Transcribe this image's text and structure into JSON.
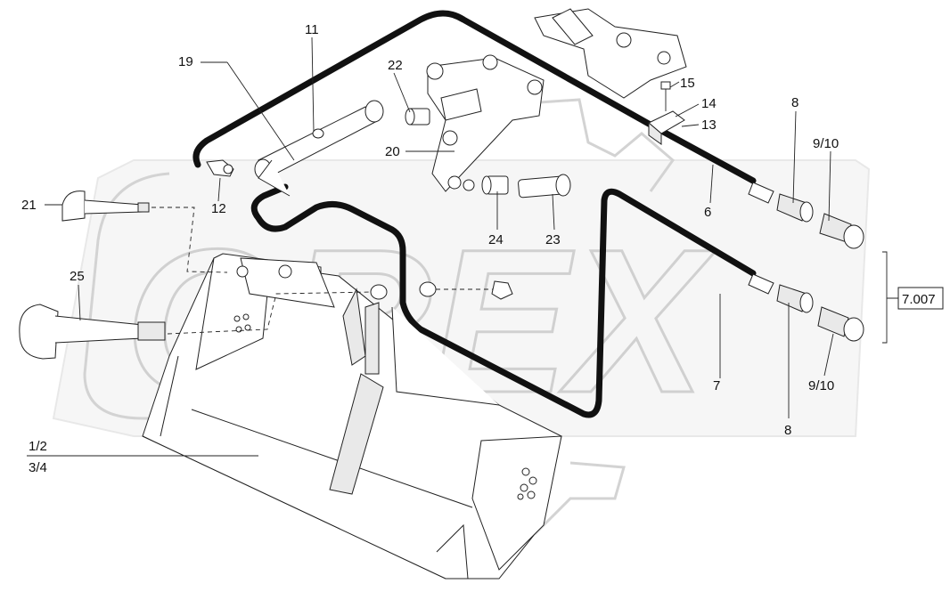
{
  "watermark": {
    "brand": "OREX",
    "color": "#d8d8d8"
  },
  "labels": {
    "l1": "1/2",
    "l3": "3/4",
    "l6": "6",
    "l7": "7",
    "l8a": "8",
    "l8b": "8",
    "l910a": "9/10",
    "l910b": "9/10",
    "l11": "11",
    "l12": "12",
    "l13": "13",
    "l14": "14",
    "l15": "15",
    "l19": "19",
    "l20": "20",
    "l21": "21",
    "l22": "22",
    "l23": "23",
    "l24": "24",
    "l25": "25",
    "ref": "7.007"
  },
  "colors": {
    "hose": "#111111",
    "line": "#222222",
    "background": "#ffffff"
  }
}
